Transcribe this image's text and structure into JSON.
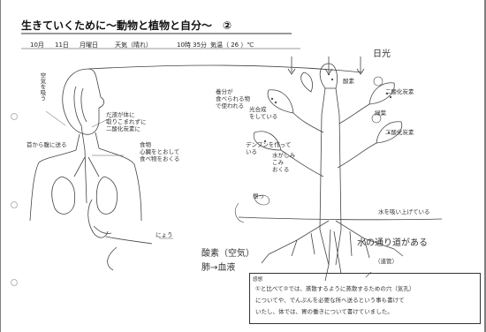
{
  "sheet": {
    "title": "生きていくために～動物と植物と自分～　②",
    "date": {
      "month": "10月",
      "day": "11日",
      "weekday": "月曜日",
      "weather": "天気（晴れ）",
      "time": "10時 35分",
      "temp": "気温（ 26 ）℃"
    }
  },
  "body_diagram": {
    "labels": {
      "breath": "空気を吸う",
      "throat": "首から腹に送る",
      "exhale": "だ液が体に\n取りこまれずに\n二酸化炭素に",
      "food": "食物\n心臓をとおして\n食べ物をおくる",
      "oxygen": "酸素（空気）",
      "lung_blood": "肺→血液",
      "kidney": "にょう"
    }
  },
  "plant_diagram": {
    "labels": {
      "sun": "日光",
      "nutrient": "養分が\n食べられる物\nで使われる",
      "light_compose": "光合成\nをしている",
      "water_up": "水がしみ\nこみ\nおくる",
      "starch": "デンプンを作って\nいる",
      "oxygen_o": "酸素",
      "co2_top": "二酸化炭素",
      "leaf_green": "緑葉",
      "co2_leaf": "二酸化炭素",
      "root": "根っ",
      "absorb": "水を吸い上げている",
      "water_path": "水の通り道がある",
      "vessel": "（道管）"
    }
  },
  "impression": {
    "label": "感想",
    "lines": [
      "①と比べて②では、蒸散するように蒸散するための穴（気孔）",
      "についてや、でんぷんを必要な所へ送るという事も書けて",
      "いたし、体では、胃の働きについて書けていました。"
    ]
  }
}
